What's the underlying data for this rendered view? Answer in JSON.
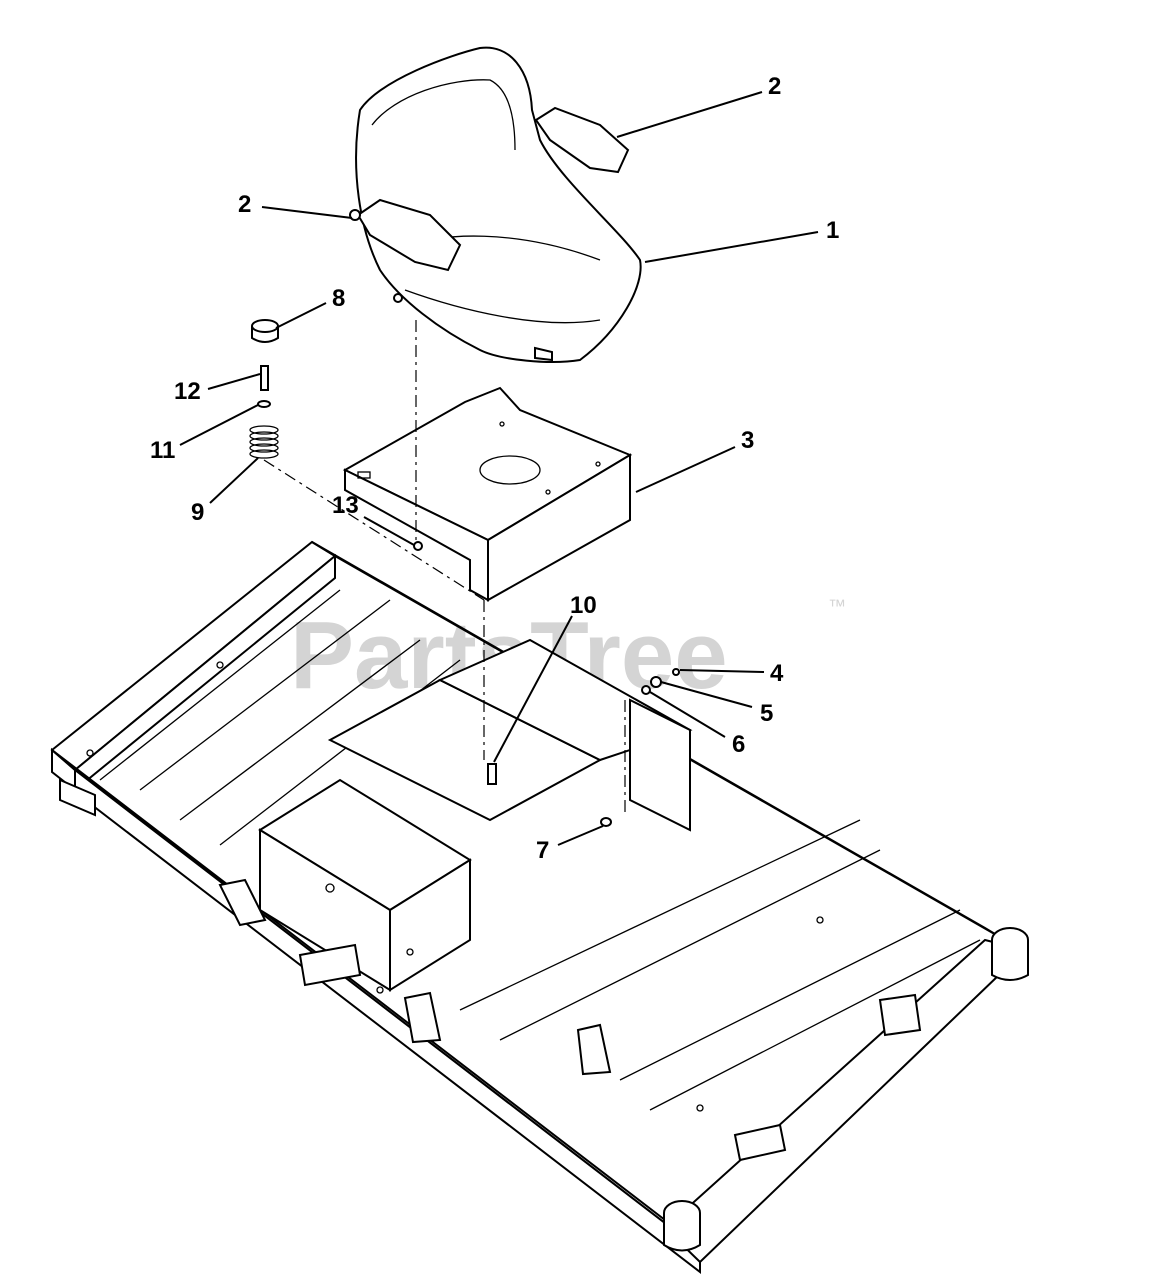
{
  "watermark": {
    "text": "PartsTree",
    "trademark": "™"
  },
  "callouts": [
    {
      "id": "2a",
      "label": "2"
    },
    {
      "id": "2b",
      "label": "2"
    },
    {
      "id": "1",
      "label": "1"
    },
    {
      "id": "8",
      "label": "8"
    },
    {
      "id": "12",
      "label": "12"
    },
    {
      "id": "11",
      "label": "11"
    },
    {
      "id": "9",
      "label": "9"
    },
    {
      "id": "3",
      "label": "3"
    },
    {
      "id": "13",
      "label": "13"
    },
    {
      "id": "10",
      "label": "10"
    },
    {
      "id": "4",
      "label": "4"
    },
    {
      "id": "5",
      "label": "5"
    },
    {
      "id": "6",
      "label": "6"
    },
    {
      "id": "7",
      "label": "7"
    }
  ],
  "colors": {
    "line": "#000000",
    "background": "#ffffff",
    "watermark": "#d4d4d4"
  }
}
